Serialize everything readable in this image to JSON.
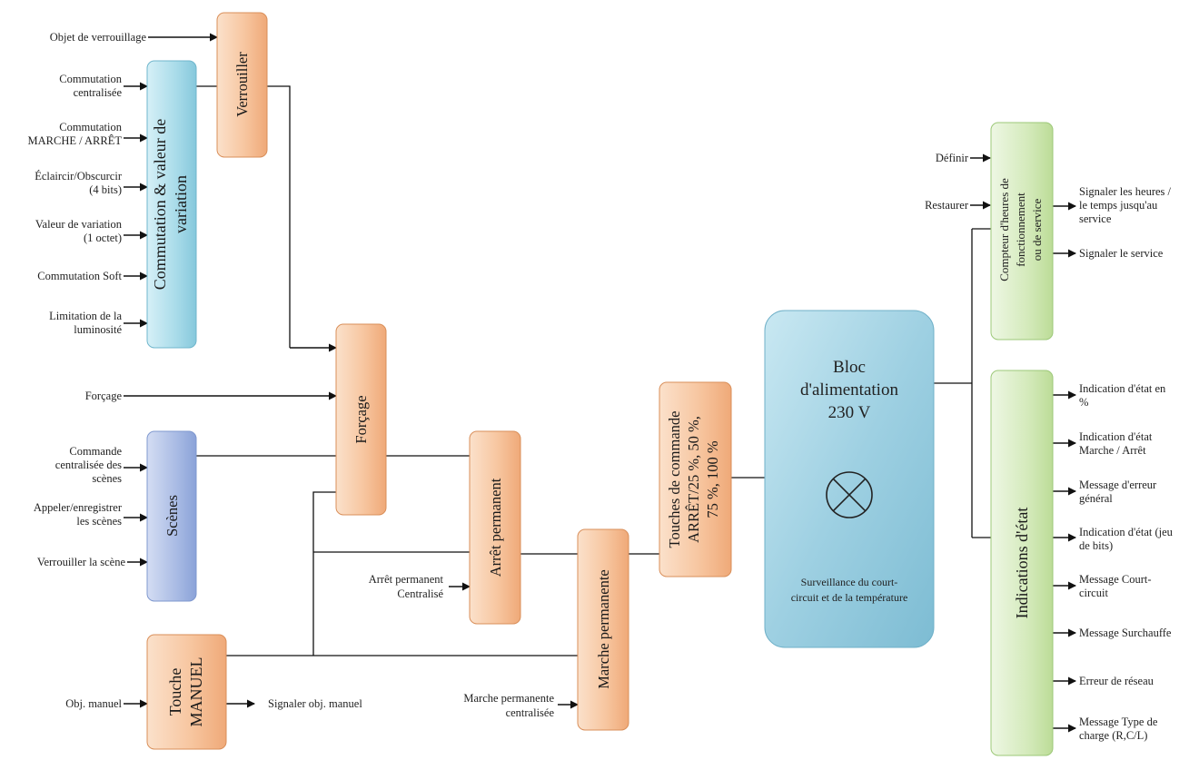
{
  "blocks": {
    "verrouiller": "Verrouiller",
    "commutation": [
      "Commutation & valeur de",
      "variation"
    ],
    "forcage": "Forçage",
    "scenes": "Scènes",
    "arret_permanent": "Arrêt permanent",
    "marche_permanente": "Marche permanente",
    "touche_manuel": [
      "Touche",
      "MANUEL"
    ],
    "touches_commande": [
      "Touches de commande",
      "ARRÊT/25 %, 50 %,",
      "75 %, 100 %"
    ],
    "bloc_title": [
      "Bloc",
      "d'alimentation",
      "230 V"
    ],
    "bloc_note": [
      "Surveillance du court-",
      "circuit et de la température"
    ],
    "compteur": [
      "Compteur d'heures de",
      "fonctionnement",
      "ou de service"
    ],
    "indications": "Indications d'état"
  },
  "inputs": {
    "objet_verrouillage": [
      "Objet de verrouillage"
    ],
    "commutation_centralisee": [
      "Commutation",
      "centralisée"
    ],
    "commutation_marche_arret": [
      "Commutation",
      "MARCHE / ARRÊT"
    ],
    "eclaircir": [
      "Éclaircir/Obscurcir",
      "(4 bits)"
    ],
    "valeur_variation": [
      "Valeur de variation",
      "(1 octet)"
    ],
    "commutation_soft": [
      "Commutation Soft"
    ],
    "limitation": [
      "Limitation de la",
      "luminosité"
    ],
    "forcage": [
      "Forçage"
    ],
    "commande_scenes": [
      "Commande",
      "centralisée des",
      "scènes"
    ],
    "appeler_scenes": [
      "Appeler/enregistrer",
      "les scènes"
    ],
    "verrouiller_scene": [
      "Verrouiller la scène"
    ],
    "obj_manuel": [
      "Obj. manuel"
    ],
    "arret_centralise": [
      "Arrêt permanent",
      "Centralisé"
    ],
    "marche_centralisee": [
      "Marche permanente",
      "centralisée"
    ],
    "definir": [
      "Définir"
    ],
    "restaurer": [
      "Restaurer"
    ]
  },
  "outputs": {
    "signaler_manuel": [
      "Signaler obj. manuel"
    ],
    "signaler_heures": [
      "Signaler les heures /",
      "le temps jusqu'au",
      "service"
    ],
    "signaler_service": [
      "Signaler le service"
    ],
    "ind_pct": [
      "Indication d'état en",
      "%"
    ],
    "ind_marche": [
      "Indication d'état",
      "Marche / Arrêt"
    ],
    "msg_erreur": [
      "Message d'erreur",
      "général"
    ],
    "ind_bits": [
      "Indication d'état (jeu",
      "de bits)"
    ],
    "msg_court": [
      "Message Court-",
      "circuit"
    ],
    "msg_surchauffe": [
      "Message Surchauffe"
    ],
    "erreur_reseau": [
      "Erreur de réseau"
    ],
    "msg_type": [
      "Message Type de",
      "charge (R,C/L)"
    ]
  },
  "colors": {
    "orange": "#f6c39b",
    "blue_cyan": "#a8dbe9",
    "blue_violet": "#a7b9e3",
    "green": "#d6ebbd",
    "bloc": "#9ed0e2"
  }
}
